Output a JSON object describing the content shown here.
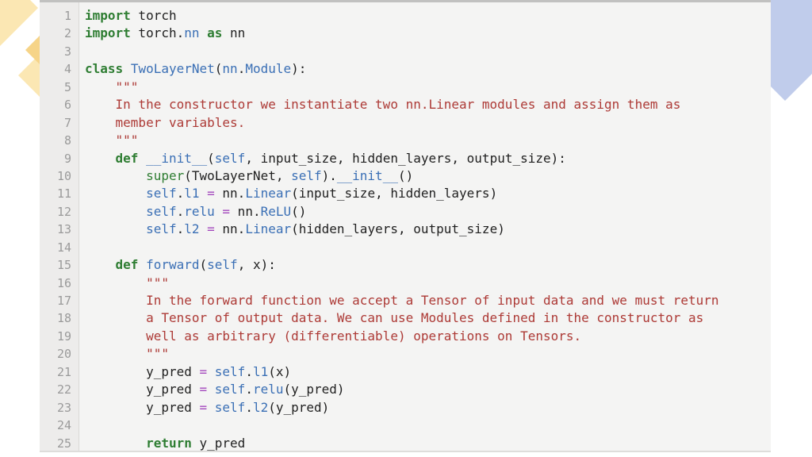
{
  "page": {
    "background": "#ffffff"
  },
  "decor": {
    "left_large_diamond_color": "#fbe7b3",
    "left_small_diamond_color": "#f6d488",
    "left_lower_diamond_color": "#fbe7b3",
    "right_diamond_color": "#c0cceb",
    "panel_top_bar_color": "#c1c1c0"
  },
  "editor": {
    "background": "#f4f4f3",
    "gutter_background": "#edeceb",
    "line_number_color": "#9a9a9a",
    "colors": {
      "keyword": "#2e7d32",
      "name": "#3a6fb5",
      "operator": "#a347bd",
      "string": "#ad3a36",
      "plain": "#1f1f1f"
    },
    "language": "python",
    "lines": [
      {
        "n": "1",
        "indent": 0,
        "tokens": [
          {
            "t": "import",
            "c": "k"
          },
          {
            "t": " torch",
            "c": "p"
          }
        ]
      },
      {
        "n": "2",
        "indent": 0,
        "tokens": [
          {
            "t": "import",
            "c": "k"
          },
          {
            "t": " torch.",
            "c": "p"
          },
          {
            "t": "nn",
            "c": "n"
          },
          {
            "t": " ",
            "c": "p"
          },
          {
            "t": "as",
            "c": "k"
          },
          {
            "t": " nn",
            "c": "p"
          }
        ]
      },
      {
        "n": "3",
        "indent": 0,
        "tokens": []
      },
      {
        "n": "4",
        "indent": 0,
        "tokens": [
          {
            "t": "class",
            "c": "k"
          },
          {
            "t": " ",
            "c": "p"
          },
          {
            "t": "TwoLayerNet",
            "c": "n"
          },
          {
            "t": "(",
            "c": "p"
          },
          {
            "t": "nn",
            "c": "n"
          },
          {
            "t": ".",
            "c": "p"
          },
          {
            "t": "Module",
            "c": "n"
          },
          {
            "t": "):",
            "c": "p"
          }
        ]
      },
      {
        "n": "5",
        "indent": 4,
        "tokens": [
          {
            "t": "\"\"\"",
            "c": "s"
          }
        ]
      },
      {
        "n": "6",
        "indent": 4,
        "tokens": [
          {
            "t": "In the constructor we instantiate two nn.Linear modules and assign them as",
            "c": "s"
          }
        ]
      },
      {
        "n": "7",
        "indent": 4,
        "tokens": [
          {
            "t": "member variables.",
            "c": "s"
          }
        ]
      },
      {
        "n": "8",
        "indent": 4,
        "tokens": [
          {
            "t": "\"\"\"",
            "c": "s"
          }
        ]
      },
      {
        "n": "9",
        "indent": 4,
        "tokens": [
          {
            "t": "def",
            "c": "k"
          },
          {
            "t": " ",
            "c": "p"
          },
          {
            "t": "__init__",
            "c": "n"
          },
          {
            "t": "(",
            "c": "p"
          },
          {
            "t": "self",
            "c": "n"
          },
          {
            "t": ", input_size, hidden_layers, output_size):",
            "c": "p"
          }
        ]
      },
      {
        "n": "10",
        "indent": 8,
        "tokens": [
          {
            "t": "super",
            "c": "b"
          },
          {
            "t": "(TwoLayerNet, ",
            "c": "p"
          },
          {
            "t": "self",
            "c": "n"
          },
          {
            "t": ").",
            "c": "p"
          },
          {
            "t": "__init__",
            "c": "n"
          },
          {
            "t": "()",
            "c": "p"
          }
        ]
      },
      {
        "n": "11",
        "indent": 8,
        "tokens": [
          {
            "t": "self",
            "c": "n"
          },
          {
            "t": ".",
            "c": "p"
          },
          {
            "t": "l1",
            "c": "n"
          },
          {
            "t": " ",
            "c": "p"
          },
          {
            "t": "=",
            "c": "o"
          },
          {
            "t": " nn.",
            "c": "p"
          },
          {
            "t": "Linear",
            "c": "n"
          },
          {
            "t": "(input_size, hidden_layers)",
            "c": "p"
          }
        ]
      },
      {
        "n": "12",
        "indent": 8,
        "tokens": [
          {
            "t": "self",
            "c": "n"
          },
          {
            "t": ".",
            "c": "p"
          },
          {
            "t": "relu",
            "c": "n"
          },
          {
            "t": " ",
            "c": "p"
          },
          {
            "t": "=",
            "c": "o"
          },
          {
            "t": " nn.",
            "c": "p"
          },
          {
            "t": "ReLU",
            "c": "n"
          },
          {
            "t": "()",
            "c": "p"
          }
        ]
      },
      {
        "n": "13",
        "indent": 8,
        "tokens": [
          {
            "t": "self",
            "c": "n"
          },
          {
            "t": ".",
            "c": "p"
          },
          {
            "t": "l2",
            "c": "n"
          },
          {
            "t": " ",
            "c": "p"
          },
          {
            "t": "=",
            "c": "o"
          },
          {
            "t": " nn.",
            "c": "p"
          },
          {
            "t": "Linear",
            "c": "n"
          },
          {
            "t": "(hidden_layers, output_size)",
            "c": "p"
          }
        ]
      },
      {
        "n": "14",
        "indent": 0,
        "tokens": []
      },
      {
        "n": "15",
        "indent": 4,
        "tokens": [
          {
            "t": "def",
            "c": "k"
          },
          {
            "t": " ",
            "c": "p"
          },
          {
            "t": "forward",
            "c": "n"
          },
          {
            "t": "(",
            "c": "p"
          },
          {
            "t": "self",
            "c": "n"
          },
          {
            "t": ", x):",
            "c": "p"
          }
        ]
      },
      {
        "n": "16",
        "indent": 8,
        "tokens": [
          {
            "t": "\"\"\"",
            "c": "s"
          }
        ]
      },
      {
        "n": "17",
        "indent": 8,
        "tokens": [
          {
            "t": "In the forward function we accept a Tensor of input data and we must return",
            "c": "s"
          }
        ]
      },
      {
        "n": "18",
        "indent": 8,
        "tokens": [
          {
            "t": "a Tensor of output data. We can use Modules defined in the constructor as",
            "c": "s"
          }
        ]
      },
      {
        "n": "19",
        "indent": 8,
        "tokens": [
          {
            "t": "well as arbitrary (differentiable) operations on Tensors.",
            "c": "s"
          }
        ]
      },
      {
        "n": "20",
        "indent": 8,
        "tokens": [
          {
            "t": "\"\"\"",
            "c": "s"
          }
        ]
      },
      {
        "n": "21",
        "indent": 8,
        "tokens": [
          {
            "t": "y_pred ",
            "c": "p"
          },
          {
            "t": "=",
            "c": "o"
          },
          {
            "t": " ",
            "c": "p"
          },
          {
            "t": "self",
            "c": "n"
          },
          {
            "t": ".",
            "c": "p"
          },
          {
            "t": "l1",
            "c": "n"
          },
          {
            "t": "(x)",
            "c": "p"
          }
        ]
      },
      {
        "n": "22",
        "indent": 8,
        "tokens": [
          {
            "t": "y_pred ",
            "c": "p"
          },
          {
            "t": "=",
            "c": "o"
          },
          {
            "t": " ",
            "c": "p"
          },
          {
            "t": "self",
            "c": "n"
          },
          {
            "t": ".",
            "c": "p"
          },
          {
            "t": "relu",
            "c": "n"
          },
          {
            "t": "(y_pred)",
            "c": "p"
          }
        ]
      },
      {
        "n": "23",
        "indent": 8,
        "tokens": [
          {
            "t": "y_pred ",
            "c": "p"
          },
          {
            "t": "=",
            "c": "o"
          },
          {
            "t": " ",
            "c": "p"
          },
          {
            "t": "self",
            "c": "n"
          },
          {
            "t": ".",
            "c": "p"
          },
          {
            "t": "l2",
            "c": "n"
          },
          {
            "t": "(y_pred)",
            "c": "p"
          }
        ]
      },
      {
        "n": "24",
        "indent": 0,
        "tokens": []
      },
      {
        "n": "25",
        "indent": 8,
        "tokens": [
          {
            "t": "return",
            "c": "k"
          },
          {
            "t": " y_pred",
            "c": "p"
          }
        ]
      }
    ]
  }
}
